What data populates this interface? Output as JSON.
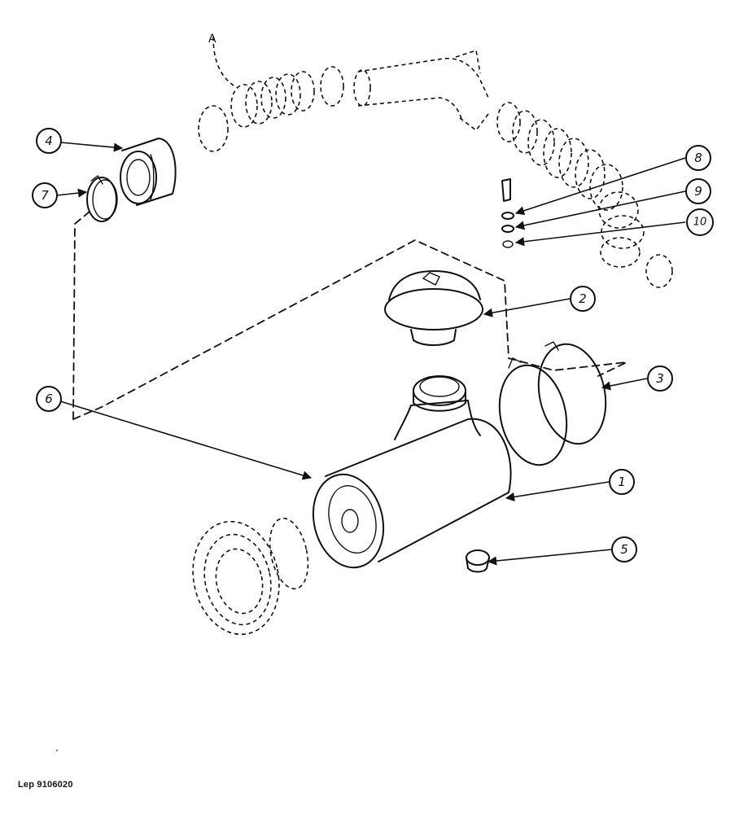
{
  "diagram": {
    "reference": "Lep 9106020",
    "hose_marker": "A",
    "callouts": [
      {
        "id": "1",
        "label": "1"
      },
      {
        "id": "2",
        "label": "2"
      },
      {
        "id": "3",
        "label": "3"
      },
      {
        "id": "4",
        "label": "4"
      },
      {
        "id": "5",
        "label": "5"
      },
      {
        "id": "6",
        "label": "6"
      },
      {
        "id": "7",
        "label": "7"
      },
      {
        "id": "8",
        "label": "8"
      },
      {
        "id": "9",
        "label": "9"
      },
      {
        "id": "10",
        "label": "10"
      }
    ]
  }
}
